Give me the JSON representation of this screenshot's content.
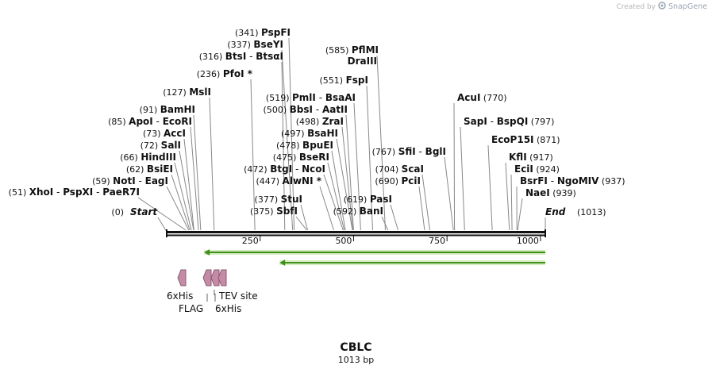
{
  "credit": {
    "prefix": "Created by",
    "brand": "SnapGene"
  },
  "map": {
    "name": "CBLC",
    "length_label": "1013 bp",
    "length": 1013,
    "ends": {
      "start_label": "Start",
      "start_pos": "(0)",
      "end_label": "End",
      "end_pos": "(1013)"
    },
    "scale_ticks": [
      {
        "pos": 250,
        "label": "250"
      },
      {
        "pos": 500,
        "label": "500"
      },
      {
        "pos": 750,
        "label": "750"
      },
      {
        "pos": 1000,
        "label": "1000"
      }
    ],
    "cut_sites": [
      {
        "pos": 51,
        "num": "(51)",
        "names": [
          "XhoI",
          "PspXI",
          "PaeR7I"
        ]
      },
      {
        "pos": 59,
        "num": "(59)",
        "names": [
          "NotI",
          "EagI"
        ]
      },
      {
        "pos": 62,
        "num": "(62)",
        "names": [
          "BsiEI"
        ]
      },
      {
        "pos": 66,
        "num": "(66)",
        "names": [
          "HindIII"
        ]
      },
      {
        "pos": 72,
        "num": "(72)",
        "names": [
          "SalI"
        ]
      },
      {
        "pos": 73,
        "num": "(73)",
        "names": [
          "AccI"
        ]
      },
      {
        "pos": 85,
        "num": "(85)",
        "names": [
          "ApoI",
          "EcoRI"
        ]
      },
      {
        "pos": 91,
        "num": "(91)",
        "names": [
          "BamHI"
        ]
      },
      {
        "pos": 127,
        "num": "(127)",
        "names": [
          "MslI"
        ]
      },
      {
        "pos": 236,
        "num": "(236)",
        "names": [
          "PfoI *"
        ]
      },
      {
        "pos": 316,
        "num": "(316)",
        "names": [
          "BtsI",
          "BtsαI"
        ]
      },
      {
        "pos": 337,
        "num": "(337)",
        "names": [
          "BseYI"
        ]
      },
      {
        "pos": 341,
        "num": "(341)",
        "names": [
          "PspFI"
        ]
      },
      {
        "pos": 375,
        "num": "(375)",
        "names": [
          "SbfI"
        ]
      },
      {
        "pos": 377,
        "num": "(377)",
        "names": [
          "StuI"
        ]
      },
      {
        "pos": 447,
        "num": "(447)",
        "names": [
          "AlwNI *"
        ]
      },
      {
        "pos": 472,
        "num": "(472)",
        "names": [
          "BtgI",
          "NcoI"
        ]
      },
      {
        "pos": 475,
        "num": "(475)",
        "names": [
          "BseRI"
        ]
      },
      {
        "pos": 478,
        "num": "(478)",
        "names": [
          "BpuEI"
        ]
      },
      {
        "pos": 497,
        "num": "(497)",
        "names": [
          "BsaHI"
        ]
      },
      {
        "pos": 498,
        "num": "(498)",
        "names": [
          "ZraI"
        ]
      },
      {
        "pos": 500,
        "num": "(500)",
        "names": [
          "BbsI",
          "AatII"
        ]
      },
      {
        "pos": 519,
        "num": "(519)",
        "names": [
          "PmlI",
          "BsaAI"
        ]
      },
      {
        "pos": 551,
        "num": "(551)",
        "names": [
          "FspI"
        ]
      },
      {
        "pos": 585,
        "num": "(585)",
        "names": [
          "PflMI",
          "DraIII"
        ]
      },
      {
        "pos": 592,
        "num": "(592)",
        "names": [
          "BanI"
        ]
      },
      {
        "pos": 619,
        "num": "(619)",
        "names": [
          "PasI"
        ]
      },
      {
        "pos": 690,
        "num": "(690)",
        "names": [
          "PciI"
        ]
      },
      {
        "pos": 704,
        "num": "(704)",
        "names": [
          "ScaI"
        ]
      },
      {
        "pos": 767,
        "num": "(767)",
        "names": [
          "SfiI",
          "BglI"
        ]
      },
      {
        "pos": 770,
        "num": "(770)",
        "names": [
          "AcuI"
        ]
      },
      {
        "pos": 797,
        "num": "(797)",
        "names": [
          "SapI",
          "BspQI"
        ]
      },
      {
        "pos": 871,
        "num": "(871)",
        "names": [
          "EcoP15I"
        ]
      },
      {
        "pos": 917,
        "num": "(917)",
        "names": [
          "KflI"
        ]
      },
      {
        "pos": 924,
        "num": "(924)",
        "names": [
          "EciI"
        ]
      },
      {
        "pos": 937,
        "num": "(937)",
        "names": [
          "BsrFI",
          "NgoMIV"
        ]
      },
      {
        "pos": 939,
        "num": "(939)",
        "names": [
          "NaeI"
        ]
      }
    ],
    "orfs": [
      {
        "start": 1013,
        "end": 100,
        "color": "#3f8f1a"
      },
      {
        "start": 1013,
        "end": 302,
        "color": "#3f8f1a"
      }
    ],
    "features": [
      {
        "label": "6xHis",
        "color": "#c48aa6"
      },
      {
        "label": "FLAG",
        "color": "#c48aa6"
      },
      {
        "label": "6xHis",
        "color": "#c48aa6"
      },
      {
        "label": "TEV site",
        "color": "#c48aa6"
      }
    ]
  }
}
